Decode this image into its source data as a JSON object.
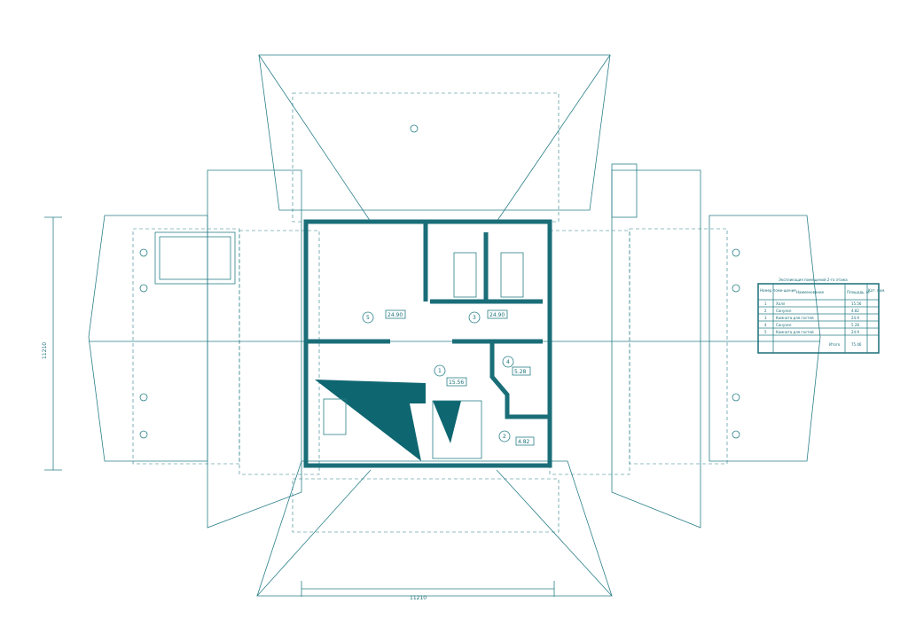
{
  "title": "Экспликация помещений 2-го этажа",
  "dimensions": {
    "vertical": "11210",
    "horizontal": "11210"
  },
  "rooms": [
    {
      "num": "1",
      "area": "15.56"
    },
    {
      "num": "2",
      "area": "4.82"
    },
    {
      "num": "3",
      "area": "24.90"
    },
    {
      "num": "4",
      "area": "5.28"
    },
    {
      "num": "5",
      "area": "24.90"
    }
  ],
  "table": {
    "headers": [
      "Номер поме-щения",
      "Наименование",
      "Площадь, м²",
      "Кат. пом."
    ],
    "rows": [
      [
        "1",
        "Холл",
        "15.56",
        ""
      ],
      [
        "2",
        "Санузел",
        "4.82",
        ""
      ],
      [
        "3",
        "Комната для гостей",
        "24.9",
        ""
      ],
      [
        "4",
        "Санузел",
        "5.28",
        ""
      ],
      [
        "5",
        "Комната для гостей",
        "24.9",
        ""
      ]
    ],
    "total_label": "Итого",
    "total_value": "75.46"
  },
  "colors": {
    "line": "#2a7f88",
    "fill": "#0e6670"
  }
}
